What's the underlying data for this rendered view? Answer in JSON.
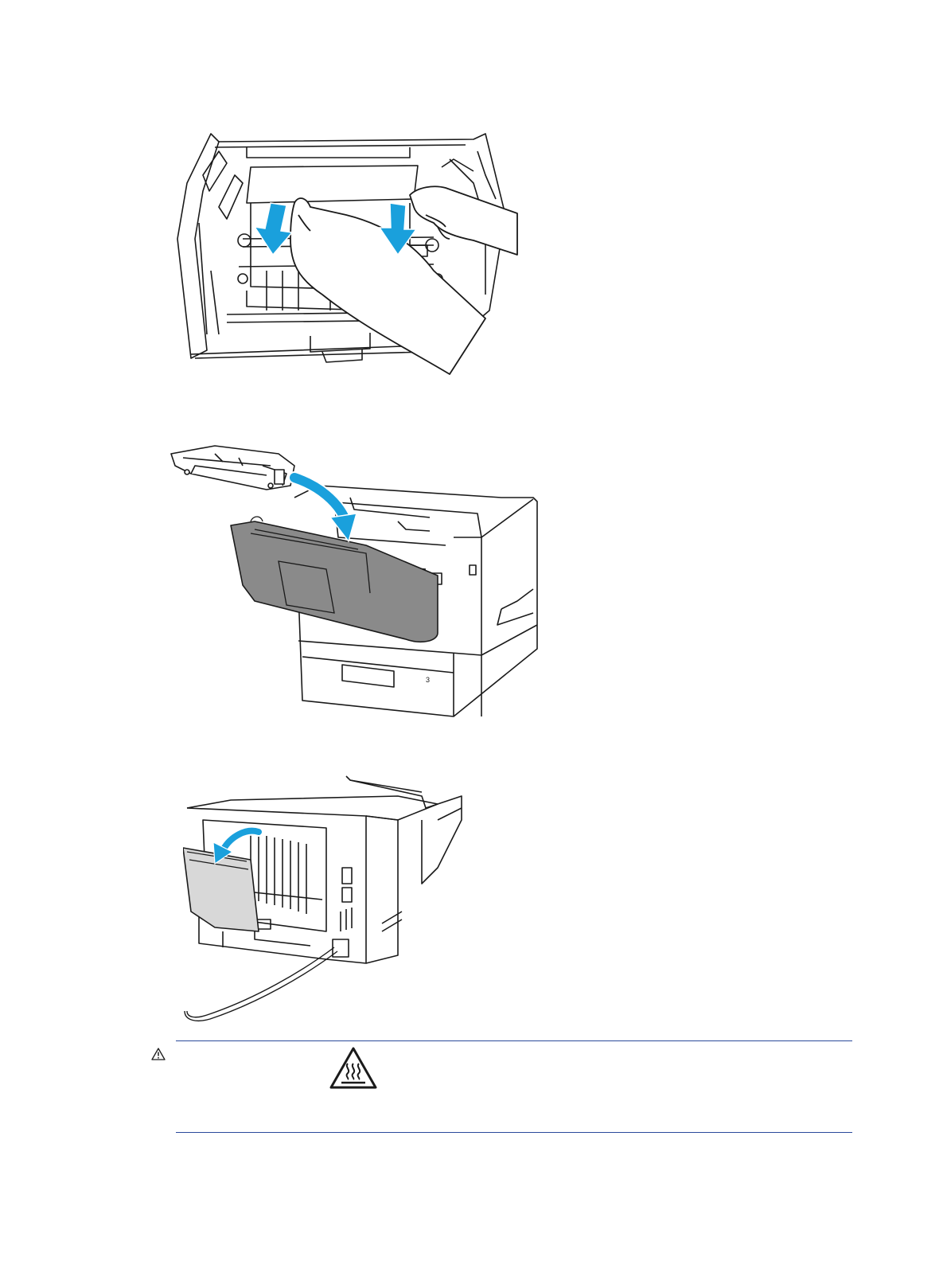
{
  "warning": {
    "icon": "warning-triangle-icon",
    "hot_surface_icon": "hot-surface-icon",
    "text": ""
  },
  "figures": [
    {
      "name": "jam-removal-illustration",
      "arrow_color": "#1aa0dc"
    },
    {
      "name": "toner-cartridge-install-illustration",
      "arrow_color": "#1aa0dc",
      "tray_number": "3"
    },
    {
      "name": "rear-door-open-illustration",
      "arrow_color": "#1aa0dc"
    }
  ],
  "colors": {
    "rule": "#2a4a9b",
    "arrow": "#1aa0dc",
    "line_art": "#1a1a1a",
    "gray_fill": "#8a8a8a"
  }
}
